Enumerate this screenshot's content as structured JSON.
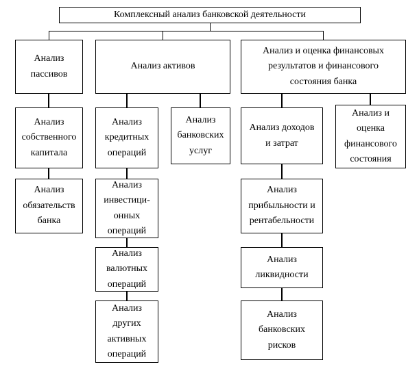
{
  "title": "Комплексный анализ банковской деятельности",
  "nodes": {
    "root": "Комплексный анализ банковской деятельности",
    "passives": "Анализ\nпассивов",
    "assets": "Анализ активов",
    "fin_results": "Анализ и оценка финансовых\nрезультатов и финансового\nсостояния банка",
    "equity": "Анализ\nсобственного\nкапитала",
    "obligations": "Анализ\nобязательств\nбанка",
    "credit_ops": "Анализ\nкредитных\nопераций",
    "bank_services": "Анализ\nбанковских\nуслуг",
    "investment_ops": "Анализ\nинвестици-\nонных\nопераций",
    "currency_ops": "Анализ\nвалютных\nопераций",
    "other_active_ops": "Анализ\nдругих\nактивных\nопераций",
    "income_expenses": "Анализ доходов\nи затрат",
    "fin_state": "Анализ и\nоценка\nфинансового\nсостояния",
    "profitability": "Анализ\nприбыльности и\nрентабельности",
    "liquidity": "Анализ\nликвидности",
    "bank_risks": "Анализ\nбанковских\nрисков"
  },
  "colors": {
    "line": "#000000",
    "box_border": "#000000",
    "box_fill": "#ffffff",
    "text": "#000000"
  }
}
